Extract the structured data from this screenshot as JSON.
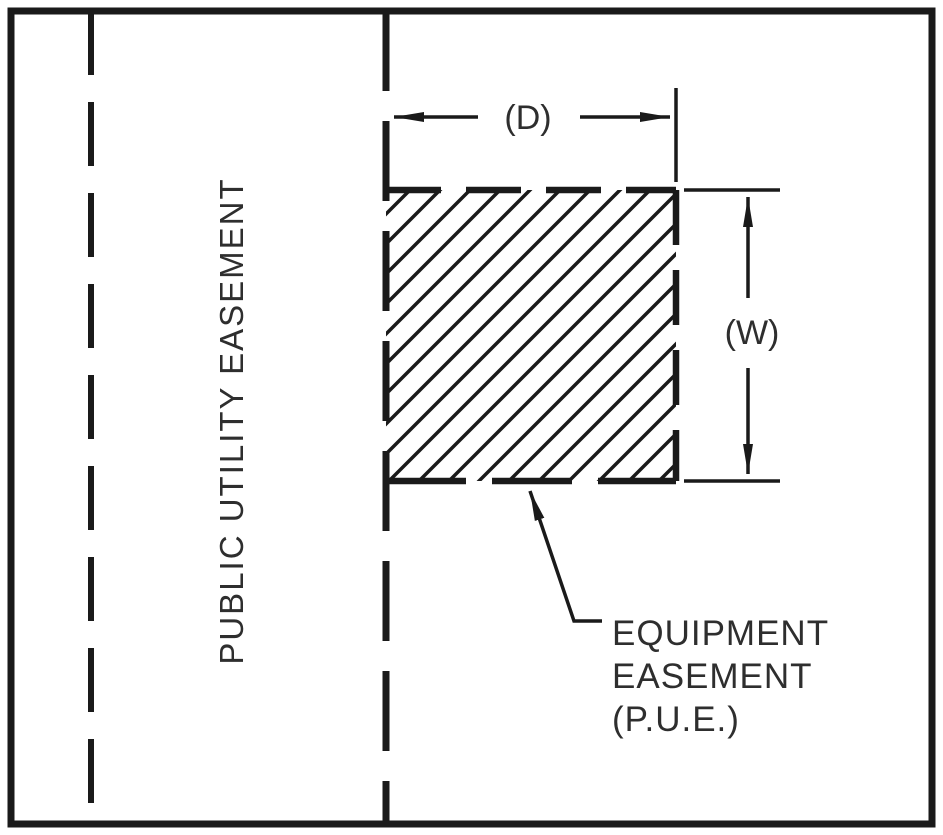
{
  "diagram": {
    "vertical_label": "PUBLIC UTILITY EASEMENT",
    "dimension_depth_label": "(D)",
    "dimension_width_label": "(W)",
    "callout": {
      "line1": "EQUIPMENT",
      "line2": "EASEMENT",
      "line3": "(P.U.E.)"
    },
    "colors": {
      "line": "#1a1a1a",
      "text": "#2e2e2e",
      "background": "#ffffff"
    }
  }
}
